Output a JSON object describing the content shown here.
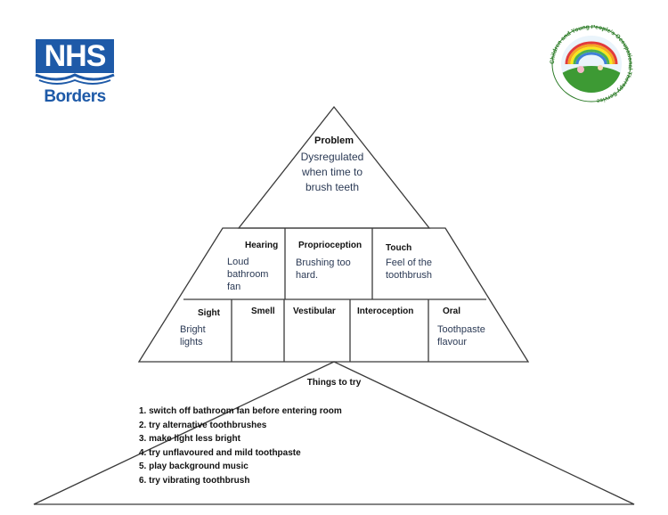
{
  "logo_left": {
    "nhs": "NHS",
    "borders": "Borders",
    "nhs_color": "#1e5aa8"
  },
  "logo_right": {
    "ring_text": "Children and Young People's Occupational Therapy Service",
    "ring_color": "#2f7d2a"
  },
  "problem": {
    "heading": "Problem",
    "lines": [
      "Dysregulated",
      "when time to",
      "brush teeth"
    ]
  },
  "row2": [
    {
      "heading": "Hearing",
      "lines": [
        "Loud",
        "bathroom",
        "fan"
      ]
    },
    {
      "heading": "Proprioception",
      "lines": [
        "Brushing too",
        "hard."
      ]
    },
    {
      "heading": "Touch",
      "lines": [
        "Feel of the",
        "toothbrush"
      ]
    }
  ],
  "row3": [
    {
      "heading": "Sight",
      "lines": [
        "Bright",
        "lights"
      ]
    },
    {
      "heading": "Smell",
      "lines": []
    },
    {
      "heading": "Vestibular",
      "lines": []
    },
    {
      "heading": "Interoception",
      "lines": []
    },
    {
      "heading": "Oral",
      "lines": [
        "Toothpaste",
        "flavour"
      ]
    }
  ],
  "things_to_try": {
    "heading": "Things to try",
    "items": [
      "1. switch off bathroom fan before entering room",
      "2. try alternative toothbrushes",
      "3. make light less bright",
      "4. try unflavoured and mild toothpaste",
      "5. play background music",
      "6. try vibrating toothbrush"
    ]
  }
}
